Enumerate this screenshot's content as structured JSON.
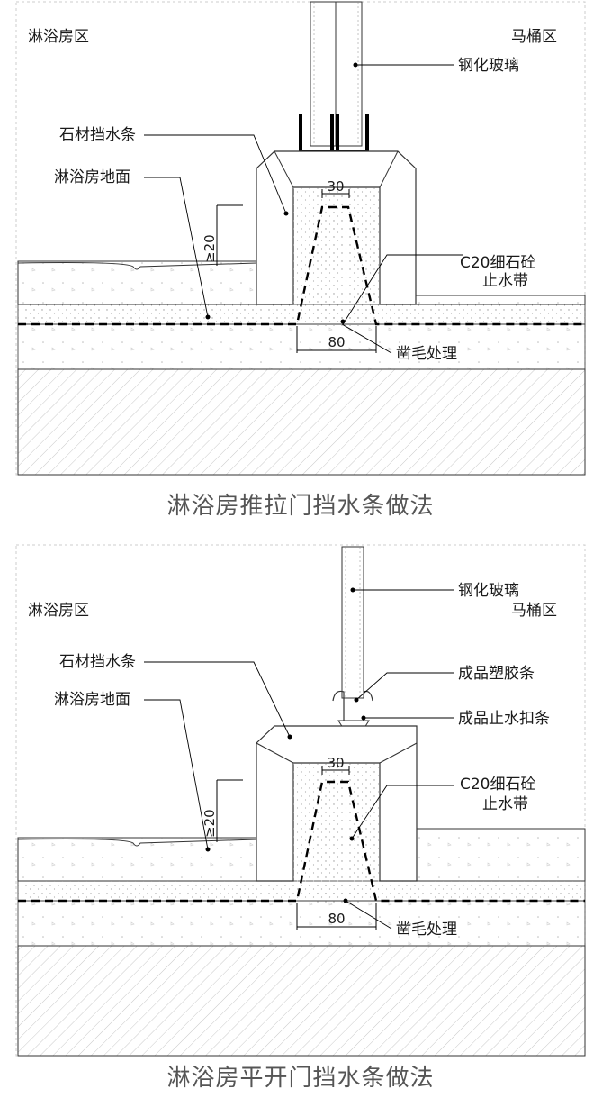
{
  "diagram_top": {
    "zone_left": "淋浴房区",
    "zone_right": "马桶区",
    "glass": "钢化玻璃",
    "stone_strip": "石材挡水条",
    "shower_floor": "淋浴房地面",
    "dim_height": "≥20",
    "dim_top": "30",
    "dim_bottom": "80",
    "concrete_line1": "C20细石砼",
    "concrete_line2": "止水带",
    "roughen": "凿毛处理",
    "caption": "淋浴房推拉门挡水条做法"
  },
  "diagram_bottom": {
    "zone_left": "淋浴房区",
    "zone_right": "马桶区",
    "glass": "钢化玻璃",
    "stone_strip": "石材挡水条",
    "shower_floor": "淋浴房地面",
    "plastic_strip": "成品塑胶条",
    "water_clip": "成品止水扣条",
    "dim_height": "≥20",
    "dim_top": "30",
    "dim_bottom": "80",
    "concrete_line1": "C20细石砼",
    "concrete_line2": "止水带",
    "roughen": "凿毛处理",
    "caption": "淋浴房平开门挡水条做法"
  }
}
